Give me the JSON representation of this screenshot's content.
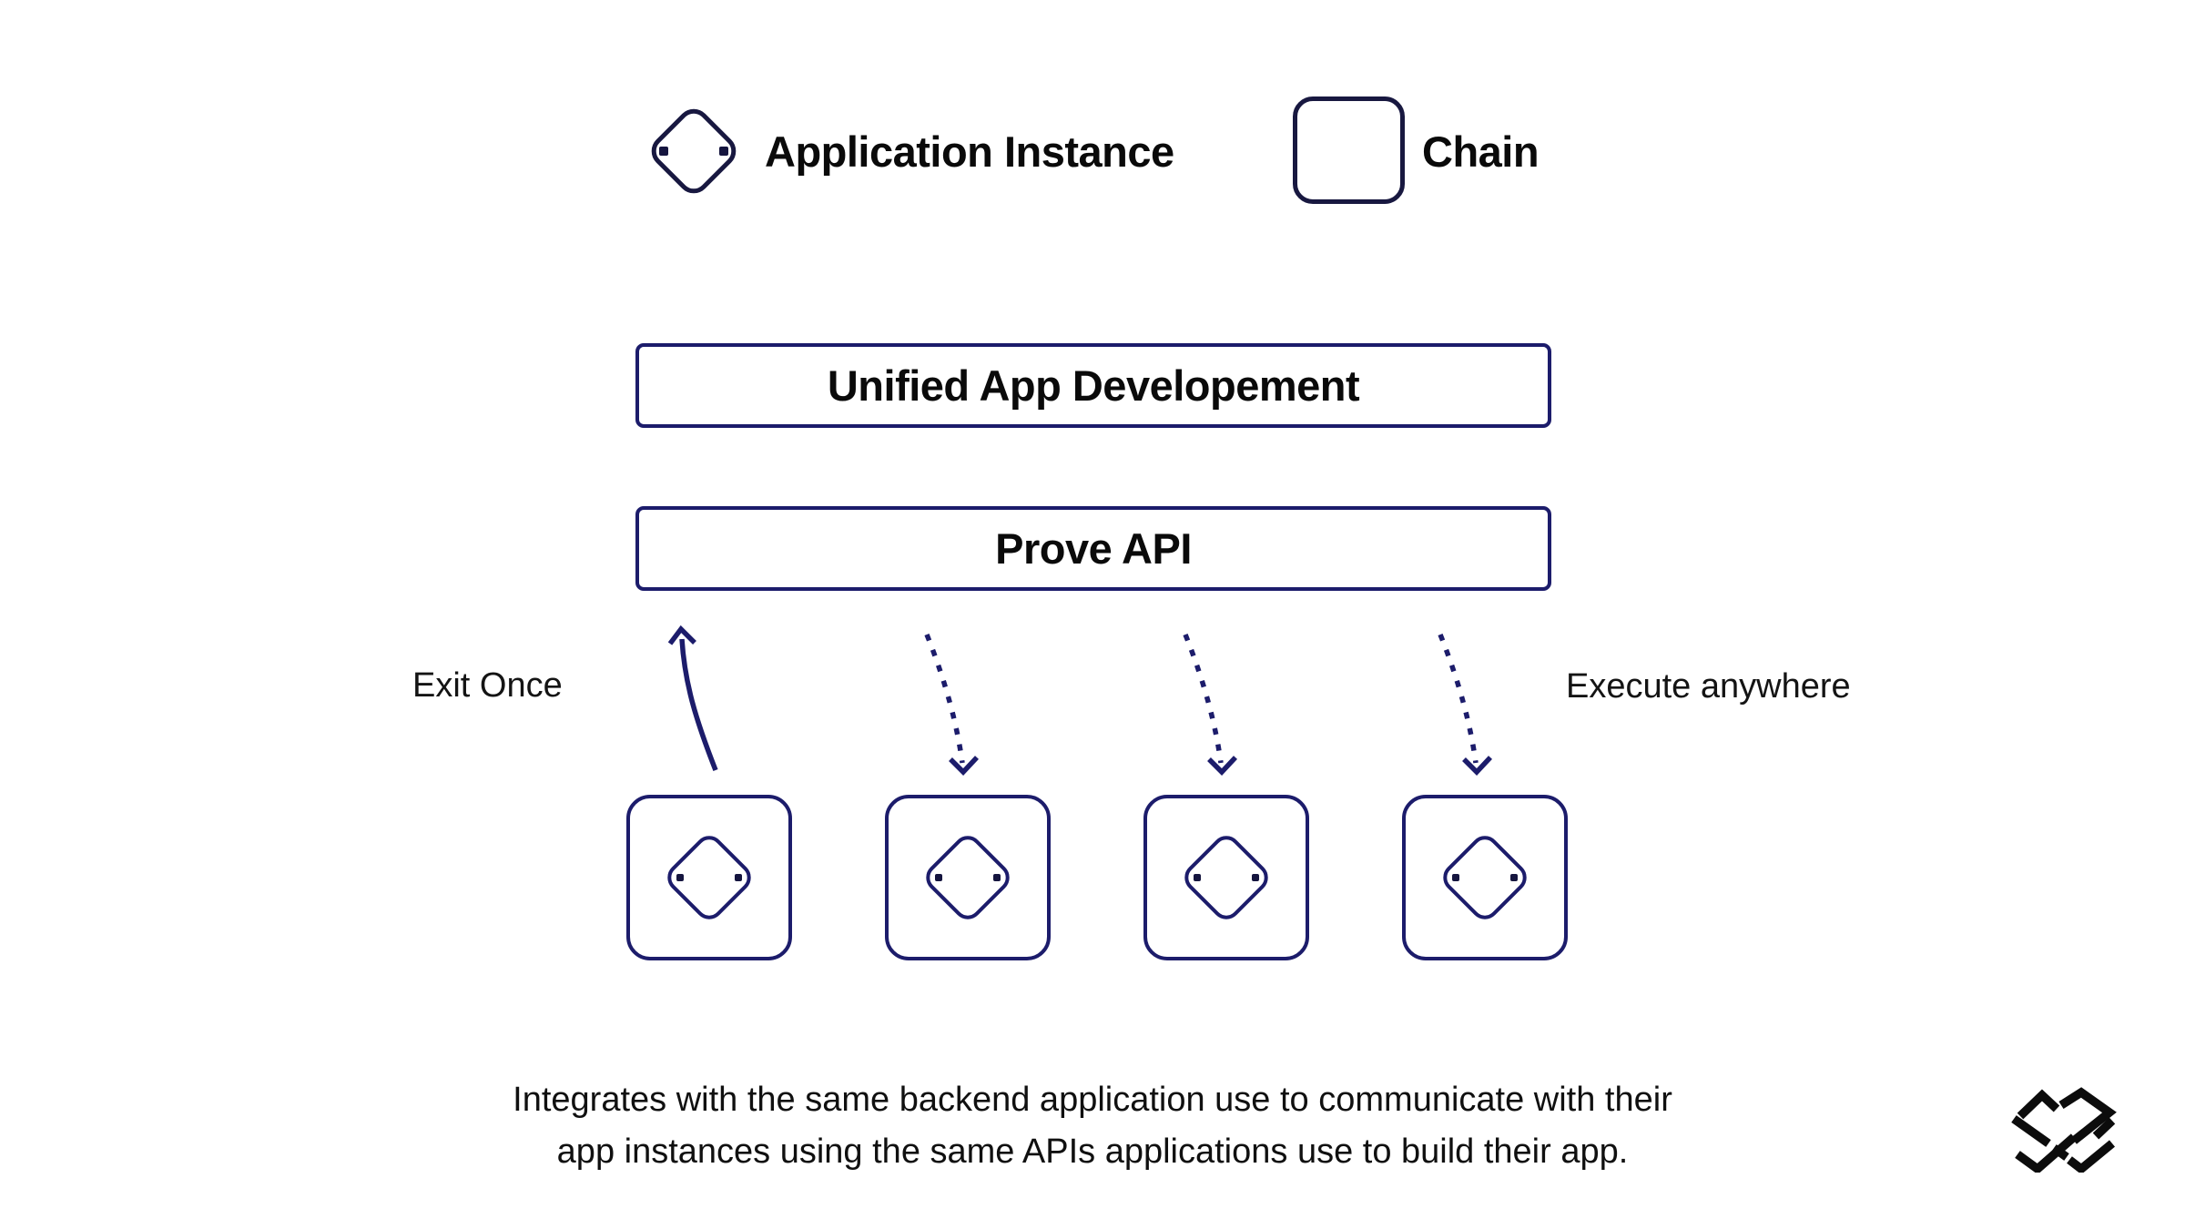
{
  "colors": {
    "background": "#ffffff",
    "diagram_stroke": "#1c1c6b",
    "legend_stroke": "#181840",
    "text_primary": "#0a0a0a",
    "logo": "#0c0c0c"
  },
  "legend": {
    "application_instance": {
      "icon": "application-instance-icon",
      "label": "Application Instance"
    },
    "chain": {
      "icon": "chain-icon",
      "label": "Chain"
    }
  },
  "layers": {
    "unified_label": "Unified App Developement",
    "prove_label": "Prove API"
  },
  "flow": {
    "exit_label": "Exit Once",
    "execute_label": "Execute anywhere",
    "solid_up_arrows": 1,
    "dashed_down_arrows": 3
  },
  "chain_instances": [
    "chain-1",
    "chain-2",
    "chain-3",
    "chain-4"
  ],
  "caption": {
    "line1": "Integrates with the same backend application use to communicate with their",
    "line2": "app instances using the same APIs applications use to build their app."
  },
  "footer": {
    "logo_icon": "woven-knot-logo"
  }
}
